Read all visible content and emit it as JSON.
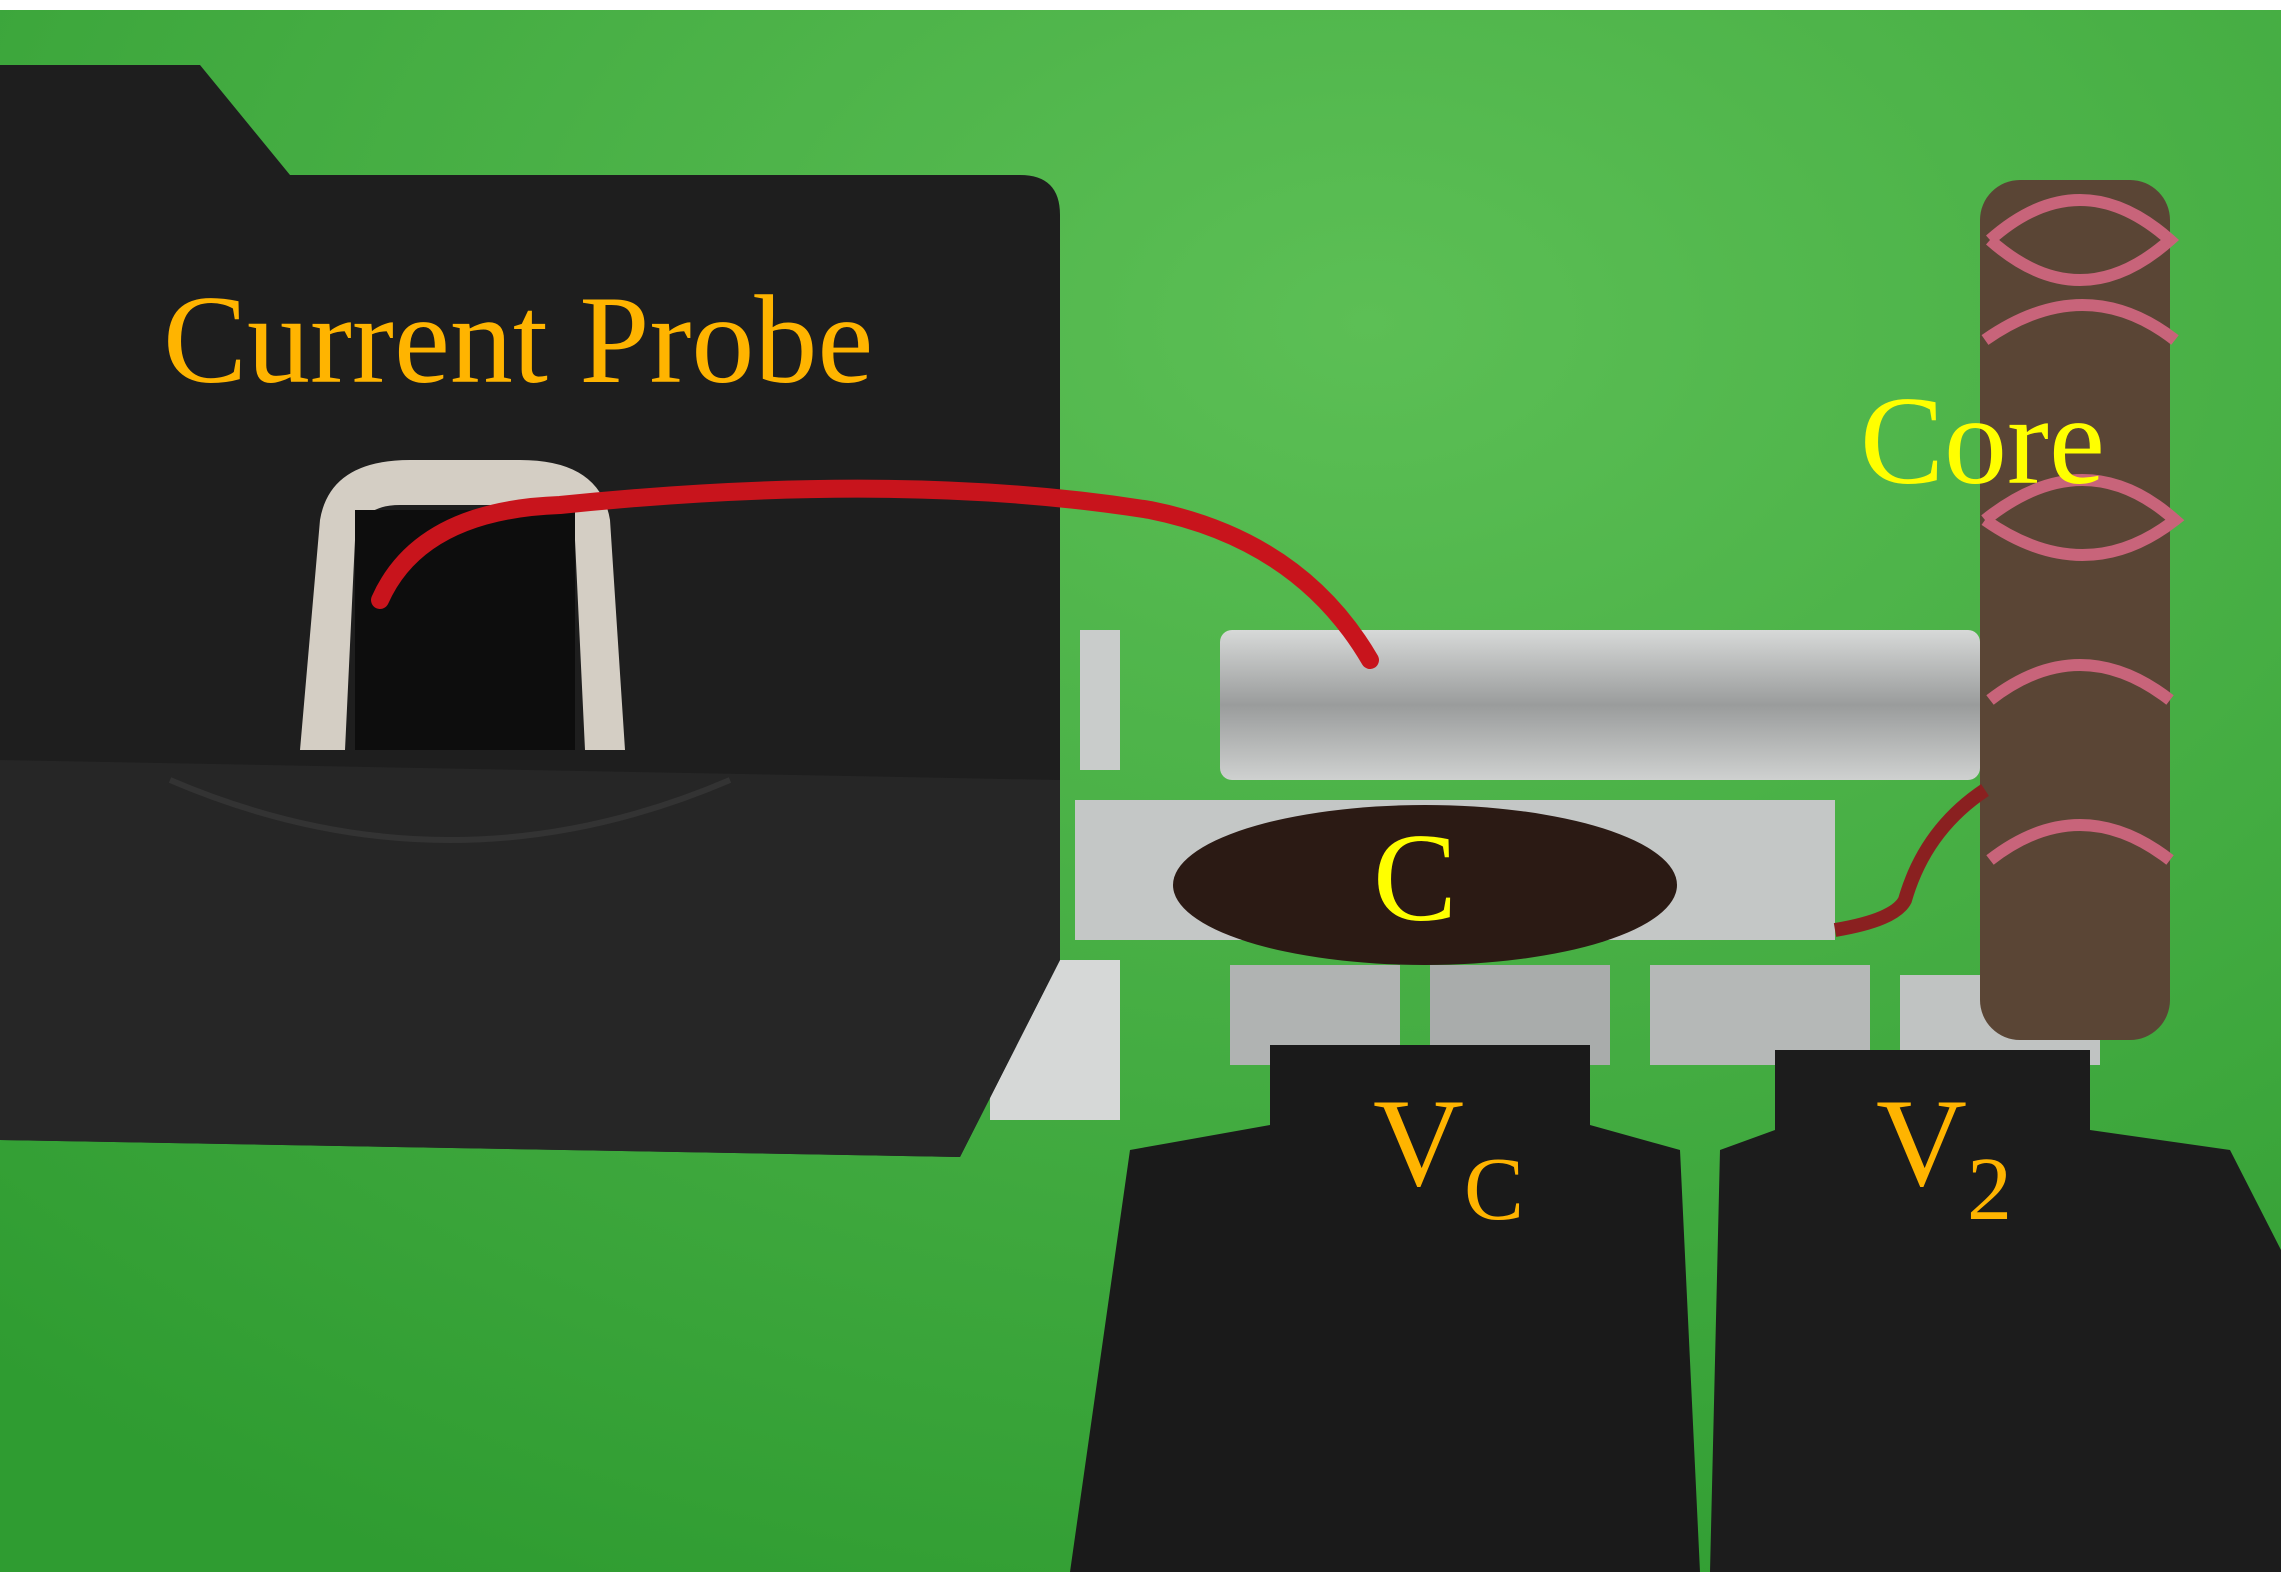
{
  "labels": {
    "current_probe": "Current Probe",
    "core": "Core",
    "capacitor": "C",
    "vc_main": "V",
    "vc_sub": "C",
    "v2_main": "V",
    "v2_sub": "2"
  },
  "colors": {
    "board_green": "#3fae3c",
    "orange_label": "#ffb400",
    "yellow_label": "#ffff00",
    "probe_black": "#1c1c1c",
    "wire_red": "#c8141c",
    "solder": "#b9bcbc"
  }
}
